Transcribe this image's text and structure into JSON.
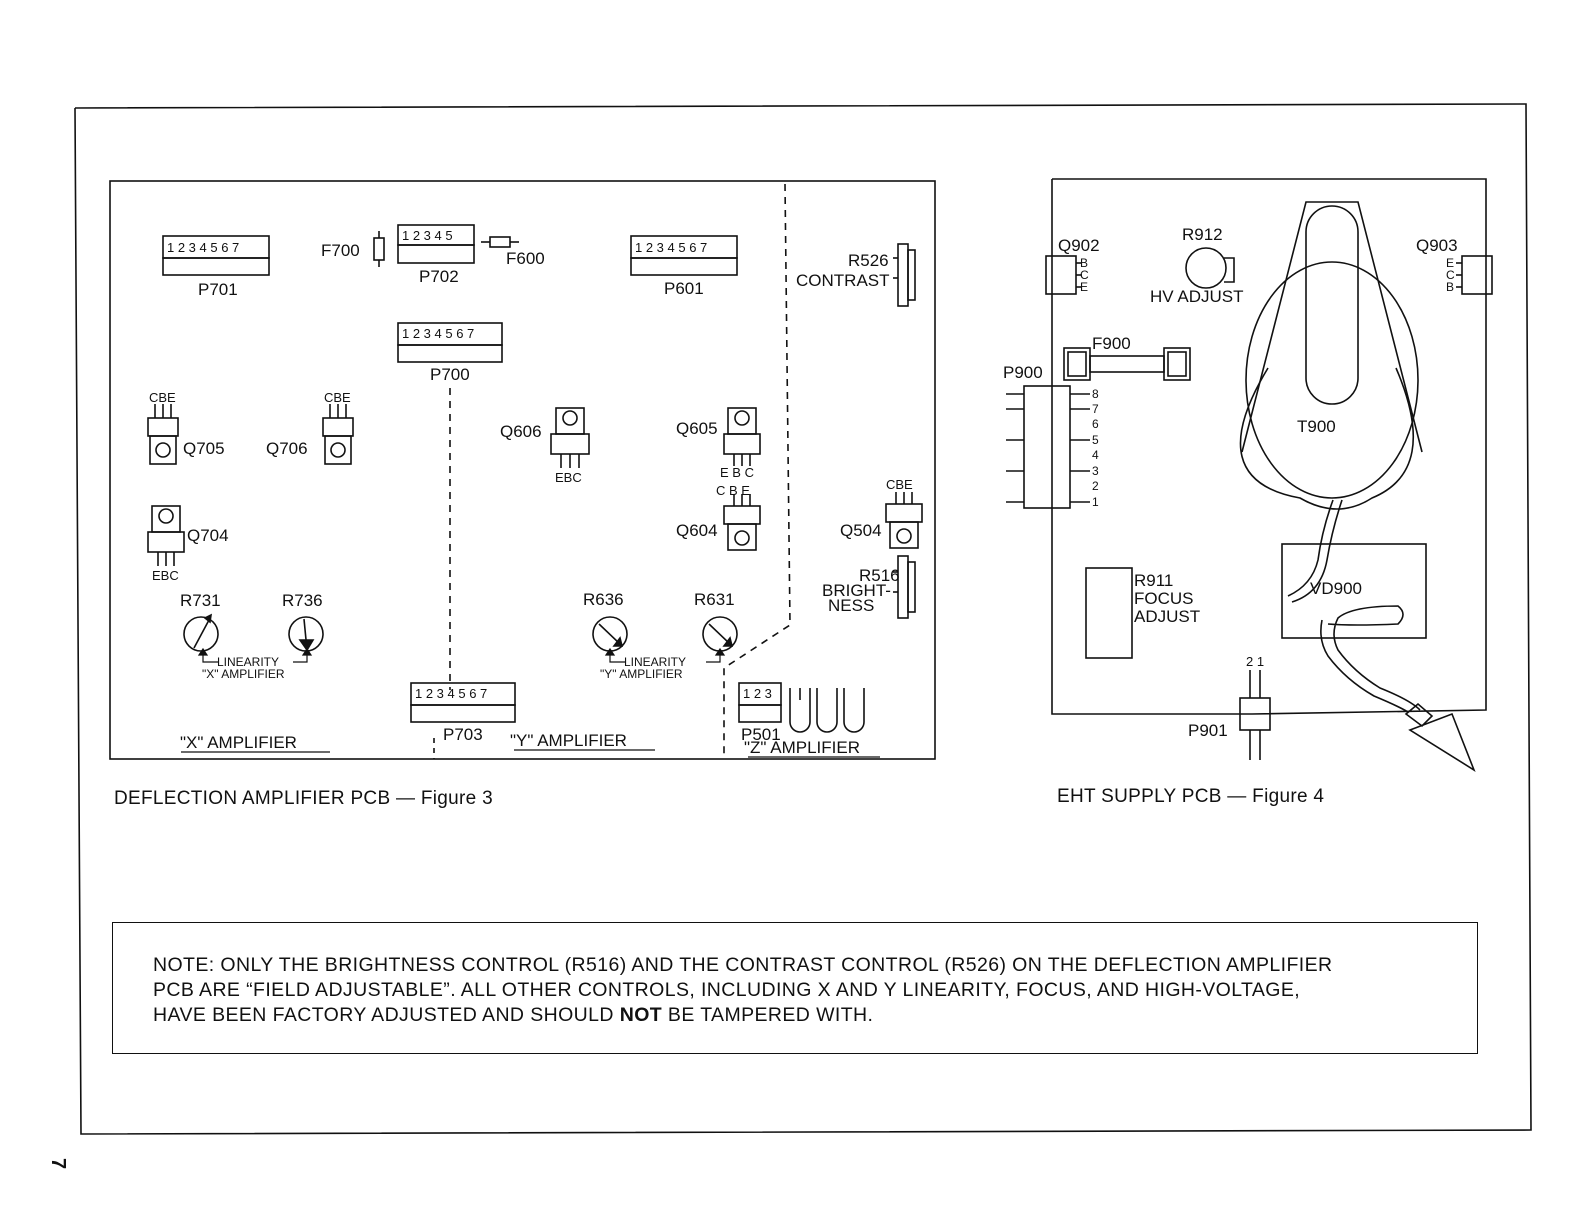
{
  "fig3": {
    "caption": "DEFLECTION AMPLIFIER PCB — Figure 3",
    "connectors": {
      "p701": {
        "pins": "1 2 3 4 5 6 7",
        "label": "P701"
      },
      "p702": {
        "pins": "1 2 3 4 5",
        "label": "P702"
      },
      "p601": {
        "pins": "1 2 3 4 5 6 7",
        "label": "P601"
      },
      "p700": {
        "pins": "1 2 3 4 5 6 7",
        "label": "P700"
      },
      "p703": {
        "pins": "1 2 3 4 5 6 7",
        "label": "P703"
      },
      "p501": {
        "pins": "1 2 3",
        "label": "P501"
      }
    },
    "fuses": {
      "f700": "F700",
      "f600": "F600"
    },
    "transistors": {
      "q705": {
        "label": "Q705",
        "pins": "CBE"
      },
      "q706": {
        "label": "Q706",
        "pins": "CBE"
      },
      "q704": {
        "label": "Q704",
        "pins": "EBC"
      },
      "q606": {
        "label": "Q606",
        "pins": "EBC"
      },
      "q605": {
        "label": "Q605",
        "pins": "E B C"
      },
      "q604": {
        "label": "Q604",
        "pins": "C B E"
      },
      "q504": {
        "label": "Q504",
        "pins": "CBE"
      }
    },
    "pots": {
      "r731": "R731",
      "r736": "R736",
      "r636": "R636",
      "r631": "R631"
    },
    "controls": {
      "r526": "R526",
      "contrast": "CONTRAST",
      "r516": "R516",
      "bright": "BRIGHT-",
      "ness": "NESS"
    },
    "linearity": {
      "x1": "LINEARITY",
      "x2": "\"X\" AMPLIFIER",
      "y1": "LINEARITY",
      "y2": "\"Y\" AMPLIFIER"
    },
    "sections": {
      "x": "\"X\" AMPLIFIER",
      "y": "\"Y\" AMPLIFIER",
      "z": "\"Z\" AMPLIFIER"
    }
  },
  "fig4": {
    "caption": "EHT SUPPLY PCB — Figure 4",
    "q902": {
      "label": "Q902",
      "pins": [
        "B",
        "C",
        "E"
      ]
    },
    "q903": {
      "label": "Q903",
      "pins": [
        "E",
        "C",
        "B"
      ]
    },
    "r912": "R912",
    "hv_adjust": "HV ADJUST",
    "f900": "F900",
    "p900": "P900",
    "p900_pins": [
      "8",
      "7",
      "6",
      "5",
      "4",
      "3",
      "2",
      "1"
    ],
    "t900": "T900",
    "vd900": "VD900",
    "r911": "R911",
    "focus": "FOCUS",
    "adjust": "ADJUST",
    "p901": "P901",
    "p901_pins": "2 1"
  },
  "note": {
    "line1": "NOTE: ONLY THE BRIGHTNESS CONTROL (R516) AND THE CONTRAST CONTROL (R526) ON THE DEFLECTION AMPLIFIER",
    "line2a": "PCB ARE “FIELD ADJUSTABLE”. ALL OTHER CONTROLS, INCLUDING X AND Y LINEARITY, FOCUS, AND HIGH-VOLTAGE,",
    "line3a": "HAVE BEEN FACTORY ADJUSTED AND SHOULD ",
    "line3b": "NOT",
    "line3c": " BE TAMPERED WITH."
  },
  "page_number": "7"
}
